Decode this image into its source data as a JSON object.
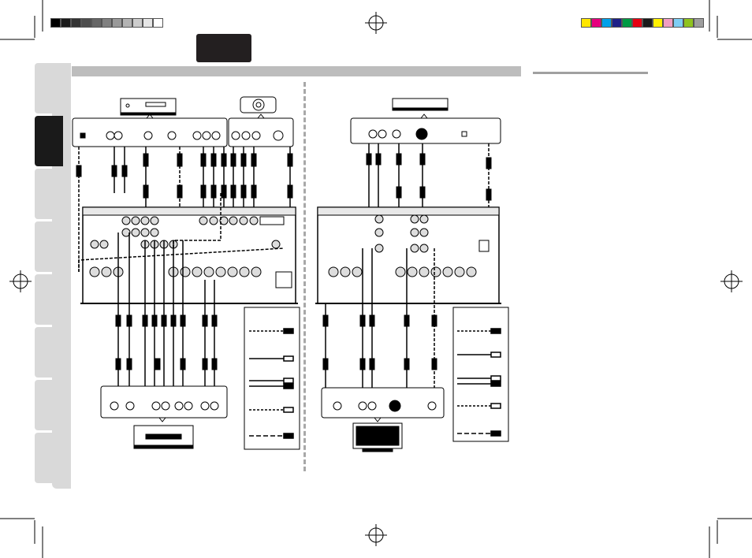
{
  "page": {
    "background": "#ffffff",
    "accent_dark": "#231f20",
    "section_bar_color": "#bdbdbd",
    "tab_color": "#d9d9d9"
  },
  "registration": {
    "gray_swatches": [
      "#000000",
      "#1a1a1a",
      "#333333",
      "#4d4d4d",
      "#666666",
      "#808080",
      "#999999",
      "#b3b3b3",
      "#cccccc",
      "#e6e6e6",
      "#ffffff"
    ],
    "color_swatches": [
      "#ffe600",
      "#e6007e",
      "#00a0e9",
      "#1d2088",
      "#009944",
      "#e60012",
      "#1a1a1a",
      "#fff100",
      "#f19ec2",
      "#7ecef4",
      "#8fc31f",
      "#9e9e9e"
    ]
  },
  "side_tabs": {
    "count": 8,
    "active_index": 1
  },
  "diagrams": {
    "left": {
      "devices": [
        "dvd-player-icon",
        "projector-icon",
        "recorder-icon"
      ],
      "receiver": "av-receiver-rear-panel"
    },
    "right": {
      "devices": [
        "set-top-box-icon",
        "tv-monitor-icon"
      ],
      "receiver": "av-receiver-rear-panel"
    }
  },
  "legend_icons": [
    "video-cable-icon",
    "s-video-cable-icon",
    "audio-cable-icon",
    "component-cable-icon",
    "optical-cable-icon"
  ]
}
